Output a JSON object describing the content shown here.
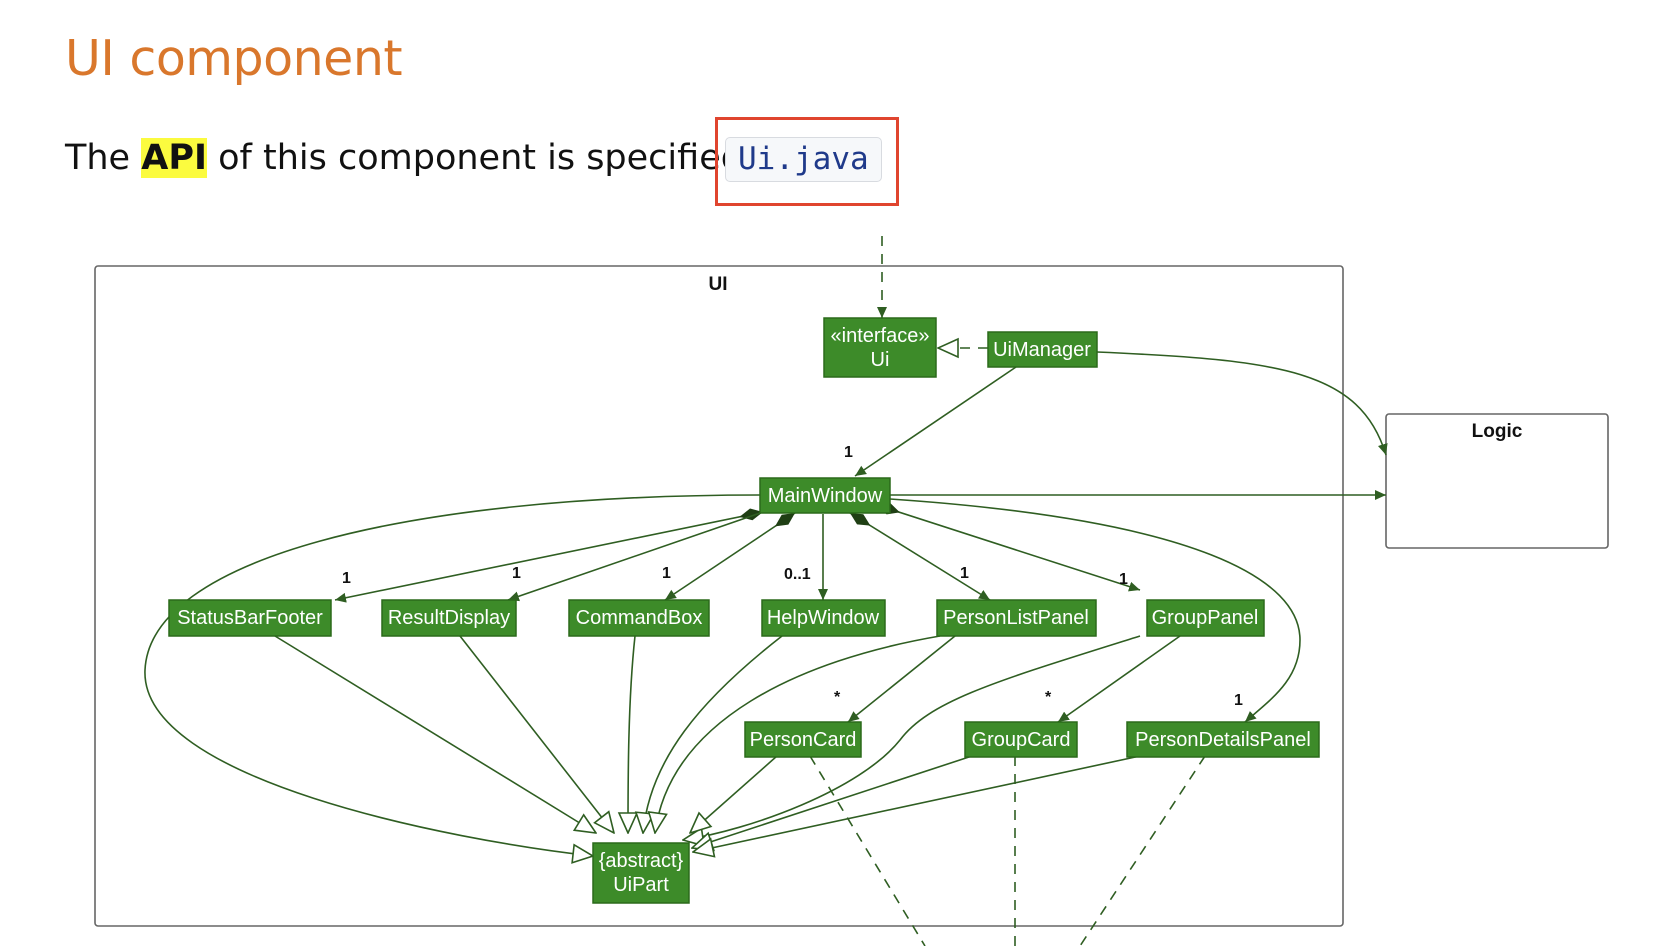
{
  "heading": "UI component",
  "intro": {
    "prefix": "The ",
    "highlight": "API",
    "middle": " of this component is specified in ",
    "code_link": "Ui.java"
  },
  "colors": {
    "heading": "#d9772c",
    "class_fill": "#3d8b29",
    "callout": "#e0452f",
    "highlight": "#fbfb3f"
  },
  "diagram": {
    "frame_label": "UI",
    "external_label": "Logic",
    "classes": {
      "ui_stereotype": "«interface»",
      "ui_name": "Ui",
      "ui_manager": "UiManager",
      "main_window": "MainWindow",
      "status_bar_footer": "StatusBarFooter",
      "result_display": "ResultDisplay",
      "command_box": "CommandBox",
      "help_window": "HelpWindow",
      "person_list_panel": "PersonListPanel",
      "group_panel": "GroupPanel",
      "person_card": "PersonCard",
      "group_card": "GroupCard",
      "person_details_panel": "PersonDetailsPanel",
      "uipart_stereotype": "{abstract}",
      "uipart_name": "UiPart"
    },
    "multiplicities": {
      "manager_main": "1",
      "status": "1",
      "result": "1",
      "command": "1",
      "help": "0..1",
      "personlist": "1",
      "group": "1",
      "personcard": "*",
      "groupcard": "*",
      "details": "1"
    }
  }
}
